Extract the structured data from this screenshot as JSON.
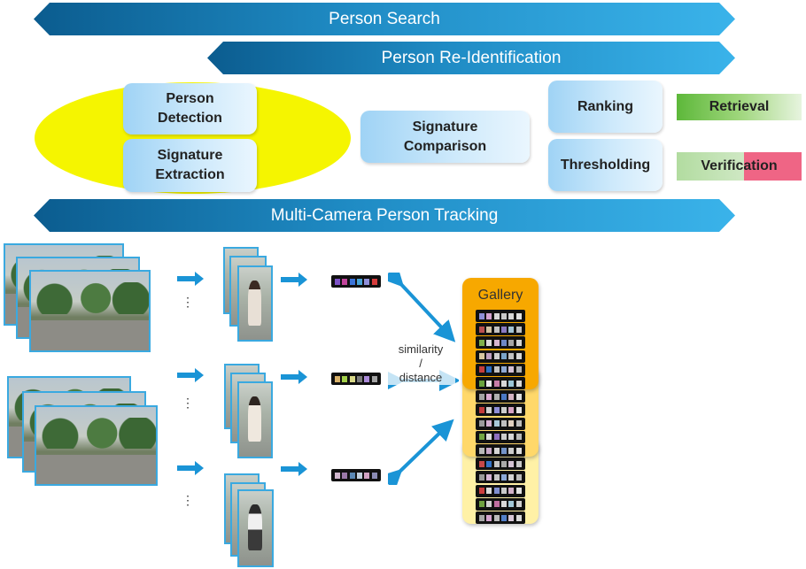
{
  "banners": {
    "person_search": "Person Search",
    "person_reid": "Person Re-Identification",
    "tracking": "Multi-Camera Person Tracking"
  },
  "steps": {
    "detection": "Person Detection",
    "extraction": "Signature Extraction",
    "comparison": "Signature Comparison",
    "ranking": "Ranking",
    "thresholding": "Thresholding",
    "retrieval": "Retrieval",
    "verification": "Verification"
  },
  "pipeline": {
    "gallery_label": "Gallery",
    "similarity_label": "similarity\n/\ndistance",
    "ellipsis": "⋮"
  },
  "colors": {
    "banner_dark": "#0b5c8f",
    "banner_light": "#3ab3ea",
    "ellipse": "#f5f500",
    "retrieval": "#6cc04a",
    "verification_red": "#ef6585",
    "gallery_orange": "#f7a800",
    "arrow": "#1a94d6"
  },
  "signature_colors": [
    [
      "#7d52c7",
      "#c2449b",
      "#3b73d8",
      "#47a3d6",
      "#8f8fd8",
      "#d63c3c"
    ],
    [
      "#d9b26a",
      "#a3d04a",
      "#d8d888",
      "#7d7d7d",
      "#ab8ad8",
      "#a3a3a3"
    ],
    [
      "#d2b8cf",
      "#9b79a8",
      "#5b88b5",
      "#c3d0de",
      "#d2a3c3",
      "#8b8bb5"
    ]
  ],
  "gallery_rows": [
    [
      "#8f8fd8",
      "#d4a2d0",
      "#d7d7d7",
      "#c9c9c9",
      "#d7d7d7",
      "#e0e0e0"
    ],
    [
      "#b95050",
      "#d1c1a0",
      "#c2c2c2",
      "#8a7ac2",
      "#a3c3d3",
      "#c0c0c0"
    ],
    [
      "#7fb14a",
      "#d9d9d9",
      "#d7b6ce",
      "#6e88c5",
      "#a5a5a5",
      "#d3d3d3"
    ],
    [
      "#d8c7a0",
      "#c0a0c0",
      "#cfcfcf",
      "#7aa3c8",
      "#c2c2c2",
      "#d6d6d6"
    ],
    [
      "#c63d3d",
      "#2d70c3",
      "#c3c3c3",
      "#8fa8d3",
      "#d4c0d4",
      "#b3b3b3"
    ],
    [
      "#6aa43d",
      "#eaeaea",
      "#c87da7",
      "#d7d7d7",
      "#9cc6d6",
      "#d8d8d8"
    ],
    [
      "#a3a3a3",
      "#d9a9d0",
      "#b0b0b0",
      "#4a77c4",
      "#d3b3c3",
      "#dedede"
    ],
    [
      "#c43c3c",
      "#d0d0d0",
      "#8f8fd8",
      "#cccccc",
      "#d6a3c3",
      "#e3e3e3"
    ],
    [
      "#9b9b9b",
      "#d3b0d0",
      "#a9c9d9",
      "#c0c0c0",
      "#e0d0c0",
      "#bcbcbc"
    ],
    [
      "#72a543",
      "#dddddd",
      "#8f70c0",
      "#cccccc",
      "#d6d6d6",
      "#b9b9b9"
    ],
    [
      "#b8b8b8",
      "#c8a8c8",
      "#d6d6d6",
      "#7393c8",
      "#cccccc",
      "#dddddd"
    ],
    [
      "#c64848",
      "#3373c7",
      "#c5c5c5",
      "#a9a9a9",
      "#d3c3d3",
      "#c8c8c8"
    ],
    [
      "#9a9a9a",
      "#d6b6d6",
      "#c6c6c6",
      "#8aa8d8",
      "#d3d3d3",
      "#bbbbbb"
    ],
    [
      "#cc3e3e",
      "#dadada",
      "#7f8fd0",
      "#c9c9c9",
      "#d0b0c8",
      "#e1e1e1"
    ],
    [
      "#6ea040",
      "#d0d0d0",
      "#c06ea0",
      "#d8d8d8",
      "#a3c8d8",
      "#cfcfcf"
    ],
    [
      "#a7a7a7",
      "#d5a5cf",
      "#bcbcbc",
      "#527fc8",
      "#d7c7d7",
      "#d9d9d9"
    ]
  ]
}
